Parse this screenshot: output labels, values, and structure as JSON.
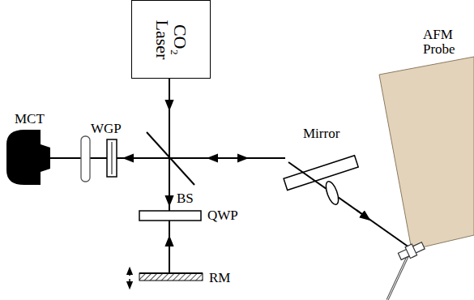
{
  "diagram": {
    "nodes": [
      {
        "text": [
          "CO₂ Laser"
        ]
      }
    ],
    "labels": [
      "MCT",
      "WGP",
      "BS",
      "QWP",
      "RM",
      "Mirror",
      "AFM Probe"
    ]
  }
}
